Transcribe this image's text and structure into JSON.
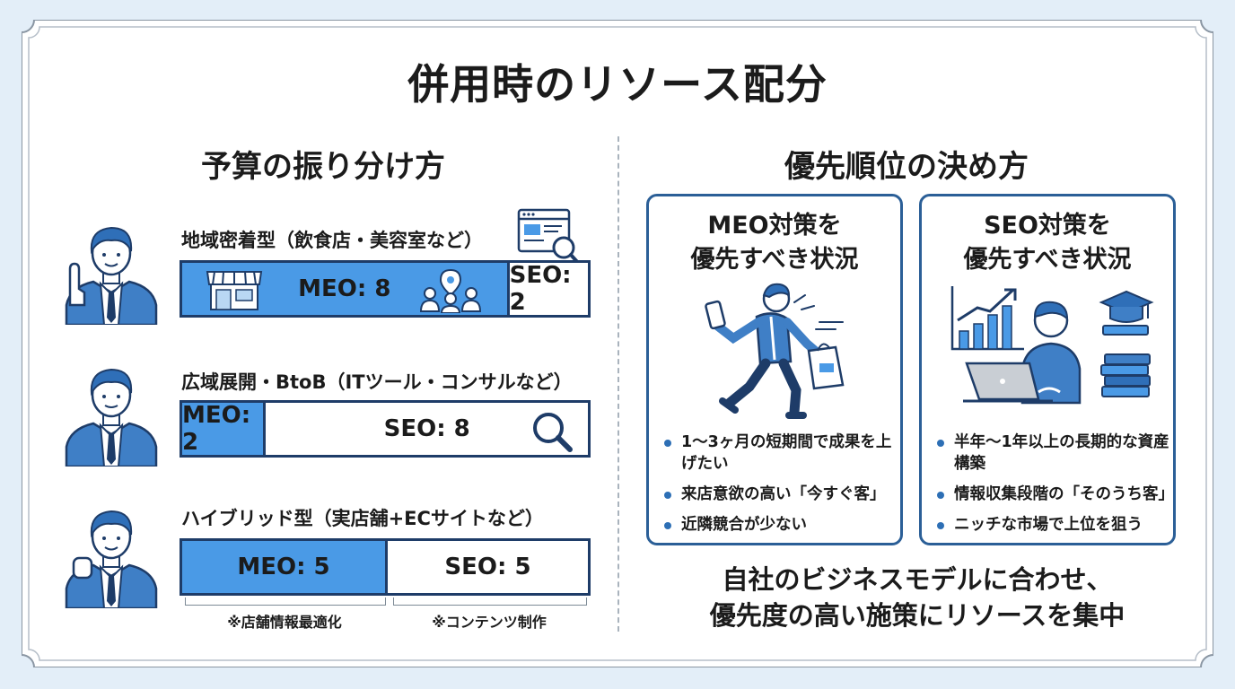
{
  "title": "併用時のリソース配分",
  "left": {
    "heading": "予算の振り分け方",
    "rows": [
      {
        "label": "地域密着型（飲食店・美容室など）",
        "meo_value": 8,
        "seo_value": 2,
        "meo_text": "MEO: 8",
        "seo_text": "SEO: 2"
      },
      {
        "label": "広域展開・BtoB（ITツール・コンサルなど）",
        "meo_value": 2,
        "seo_value": 8,
        "meo_text": "MEO: 2",
        "seo_text": "SEO: 8"
      },
      {
        "label": "ハイブリッド型（実店舗+ECサイトなど）",
        "meo_value": 5,
        "seo_value": 5,
        "meo_text": "MEO: 5",
        "seo_text": "SEO: 5"
      }
    ],
    "notes": {
      "meo": "※店舗情報最適化",
      "seo": "※コンテンツ制作"
    }
  },
  "right": {
    "heading": "優先順位の決め方",
    "cards": [
      {
        "title_line1": "MEO対策を",
        "title_line2": "優先すべき状況",
        "bullets": [
          "1〜3ヶ月の短期間で成果を上げたい",
          "来店意欲の高い「今すぐ客」",
          "近隣競合が少ない"
        ]
      },
      {
        "title_line1": "SEO対策を",
        "title_line2": "優先すべき状況",
        "bullets": [
          "半年〜1年以上の長期的な資産構築",
          "情報収集段階の「そのうち客」",
          "ニッチな市場で上位を狙う"
        ]
      }
    ],
    "conclusion_line1": "自社のビジネスモデルに合わせ、",
    "conclusion_line2": "優先度の高い施策にリソースを集中"
  },
  "colors": {
    "meo_fill": "#4a9ae6",
    "border": "#1e3c68",
    "card_border": "#2b5f97",
    "background": "#e3eef8"
  },
  "icons": [
    "browser-search-icon",
    "storefront-icon",
    "location-people-icon",
    "magnifier-icon",
    "businessman-icon",
    "running-shopper-icon",
    "growth-chart-icon",
    "laptop-worker-icon",
    "graduation-cap-icon",
    "book-stack-icon"
  ]
}
